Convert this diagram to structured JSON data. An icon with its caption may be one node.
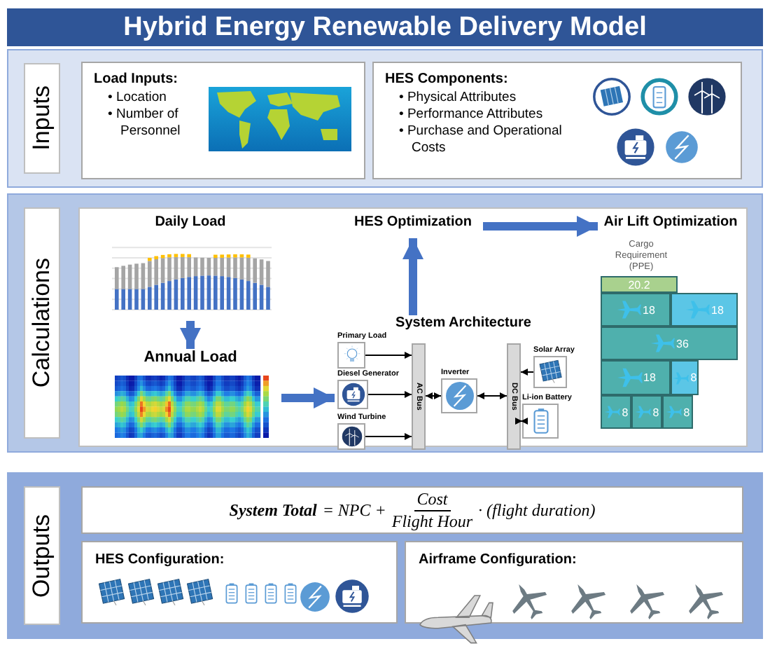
{
  "diagram": {
    "title": "Hybrid Energy Renewable Delivery Model",
    "nodes": [
      {
        "text": [
          "Inputs"
        ]
      },
      {
        "text": [
          "Load Inputs:",
          "• Location",
          "• Number of Personnel"
        ],
        "in": 0
      },
      {
        "text": [
          "HES Components:",
          "• Physical Attributes",
          "• Performance Attributes",
          "• Purchase and Operational Costs"
        ],
        "in": 0
      },
      {
        "text": [
          "Calculations"
        ]
      },
      {
        "text": [
          "Daily Load"
        ],
        "in": 3
      },
      {
        "text": [
          "Annual Load"
        ],
        "in": 3
      },
      {
        "text": [
          "HES Optimization"
        ],
        "in": 3
      },
      {
        "text": [
          "System Architecture"
        ],
        "in": 3
      },
      {
        "text": [
          "Primary Load"
        ],
        "in": 7
      },
      {
        "text": [
          "Diesel Generator"
        ],
        "in": 7
      },
      {
        "text": [
          "Wind Turbine"
        ],
        "in": 7
      },
      {
        "text": [
          "AC Bus"
        ],
        "in": 7
      },
      {
        "text": [
          "Inverter"
        ],
        "in": 7
      },
      {
        "text": [
          "DC Bus"
        ],
        "in": 7
      },
      {
        "text": [
          "Solar Array"
        ],
        "in": 7
      },
      {
        "text": [
          "Li-ion Battery"
        ],
        "in": 7
      },
      {
        "text": [
          "Air Lift Optimization",
          "Cargo Requirement (PPE)"
        ],
        "in": 3
      },
      {
        "text": [
          "20.2"
        ],
        "in": 16
      },
      {
        "text": [
          "18"
        ],
        "in": 16
      },
      {
        "text": [
          "18"
        ],
        "in": 16
      },
      {
        "text": [
          "36"
        ],
        "in": 16
      },
      {
        "text": [
          "18"
        ],
        "in": 16
      },
      {
        "text": [
          "8"
        ],
        "in": 16
      },
      {
        "text": [
          "8"
        ],
        "in": 16
      },
      {
        "text": [
          "8"
        ],
        "in": 16
      },
      {
        "text": [
          "8"
        ],
        "in": 16
      },
      {
        "text": [
          "Outputs"
        ]
      },
      {
        "text": [
          "System Total",
          "= NPC +",
          "Cost",
          "Flight Hour",
          "· (flight duration)"
        ],
        "in": 26
      },
      {
        "text": [
          "HES Configuration:"
        ],
        "in": 26
      },
      {
        "text": [
          "Airframe Configuration:"
        ],
        "in": 26
      }
    ],
    "edges": [
      {
        "from": 4,
        "to": 5,
        "arrow": "to",
        "style": "thick",
        "color": "#4472c4"
      },
      {
        "from": 5,
        "to": 7,
        "arrow": "to",
        "style": "thick",
        "color": "#4472c4"
      },
      {
        "from": 7,
        "to": 6,
        "arrow": "to",
        "style": "thick",
        "color": "#4472c4"
      },
      {
        "from": 6,
        "to": 16,
        "arrow": "to",
        "style": "thick",
        "color": "#4472c4"
      },
      {
        "from": 8,
        "to": 11,
        "arrow": "to"
      },
      {
        "from": 9,
        "to": 11,
        "arrow": "to"
      },
      {
        "from": 10,
        "to": 11,
        "arrow": "to"
      },
      {
        "from": 11,
        "to": 12,
        "arrow": "both"
      },
      {
        "from": 12,
        "to": 13,
        "arrow": "both"
      },
      {
        "from": 14,
        "to": 13,
        "arrow": "to"
      },
      {
        "from": 13,
        "to": 15,
        "arrow": "both"
      }
    ]
  }
}
